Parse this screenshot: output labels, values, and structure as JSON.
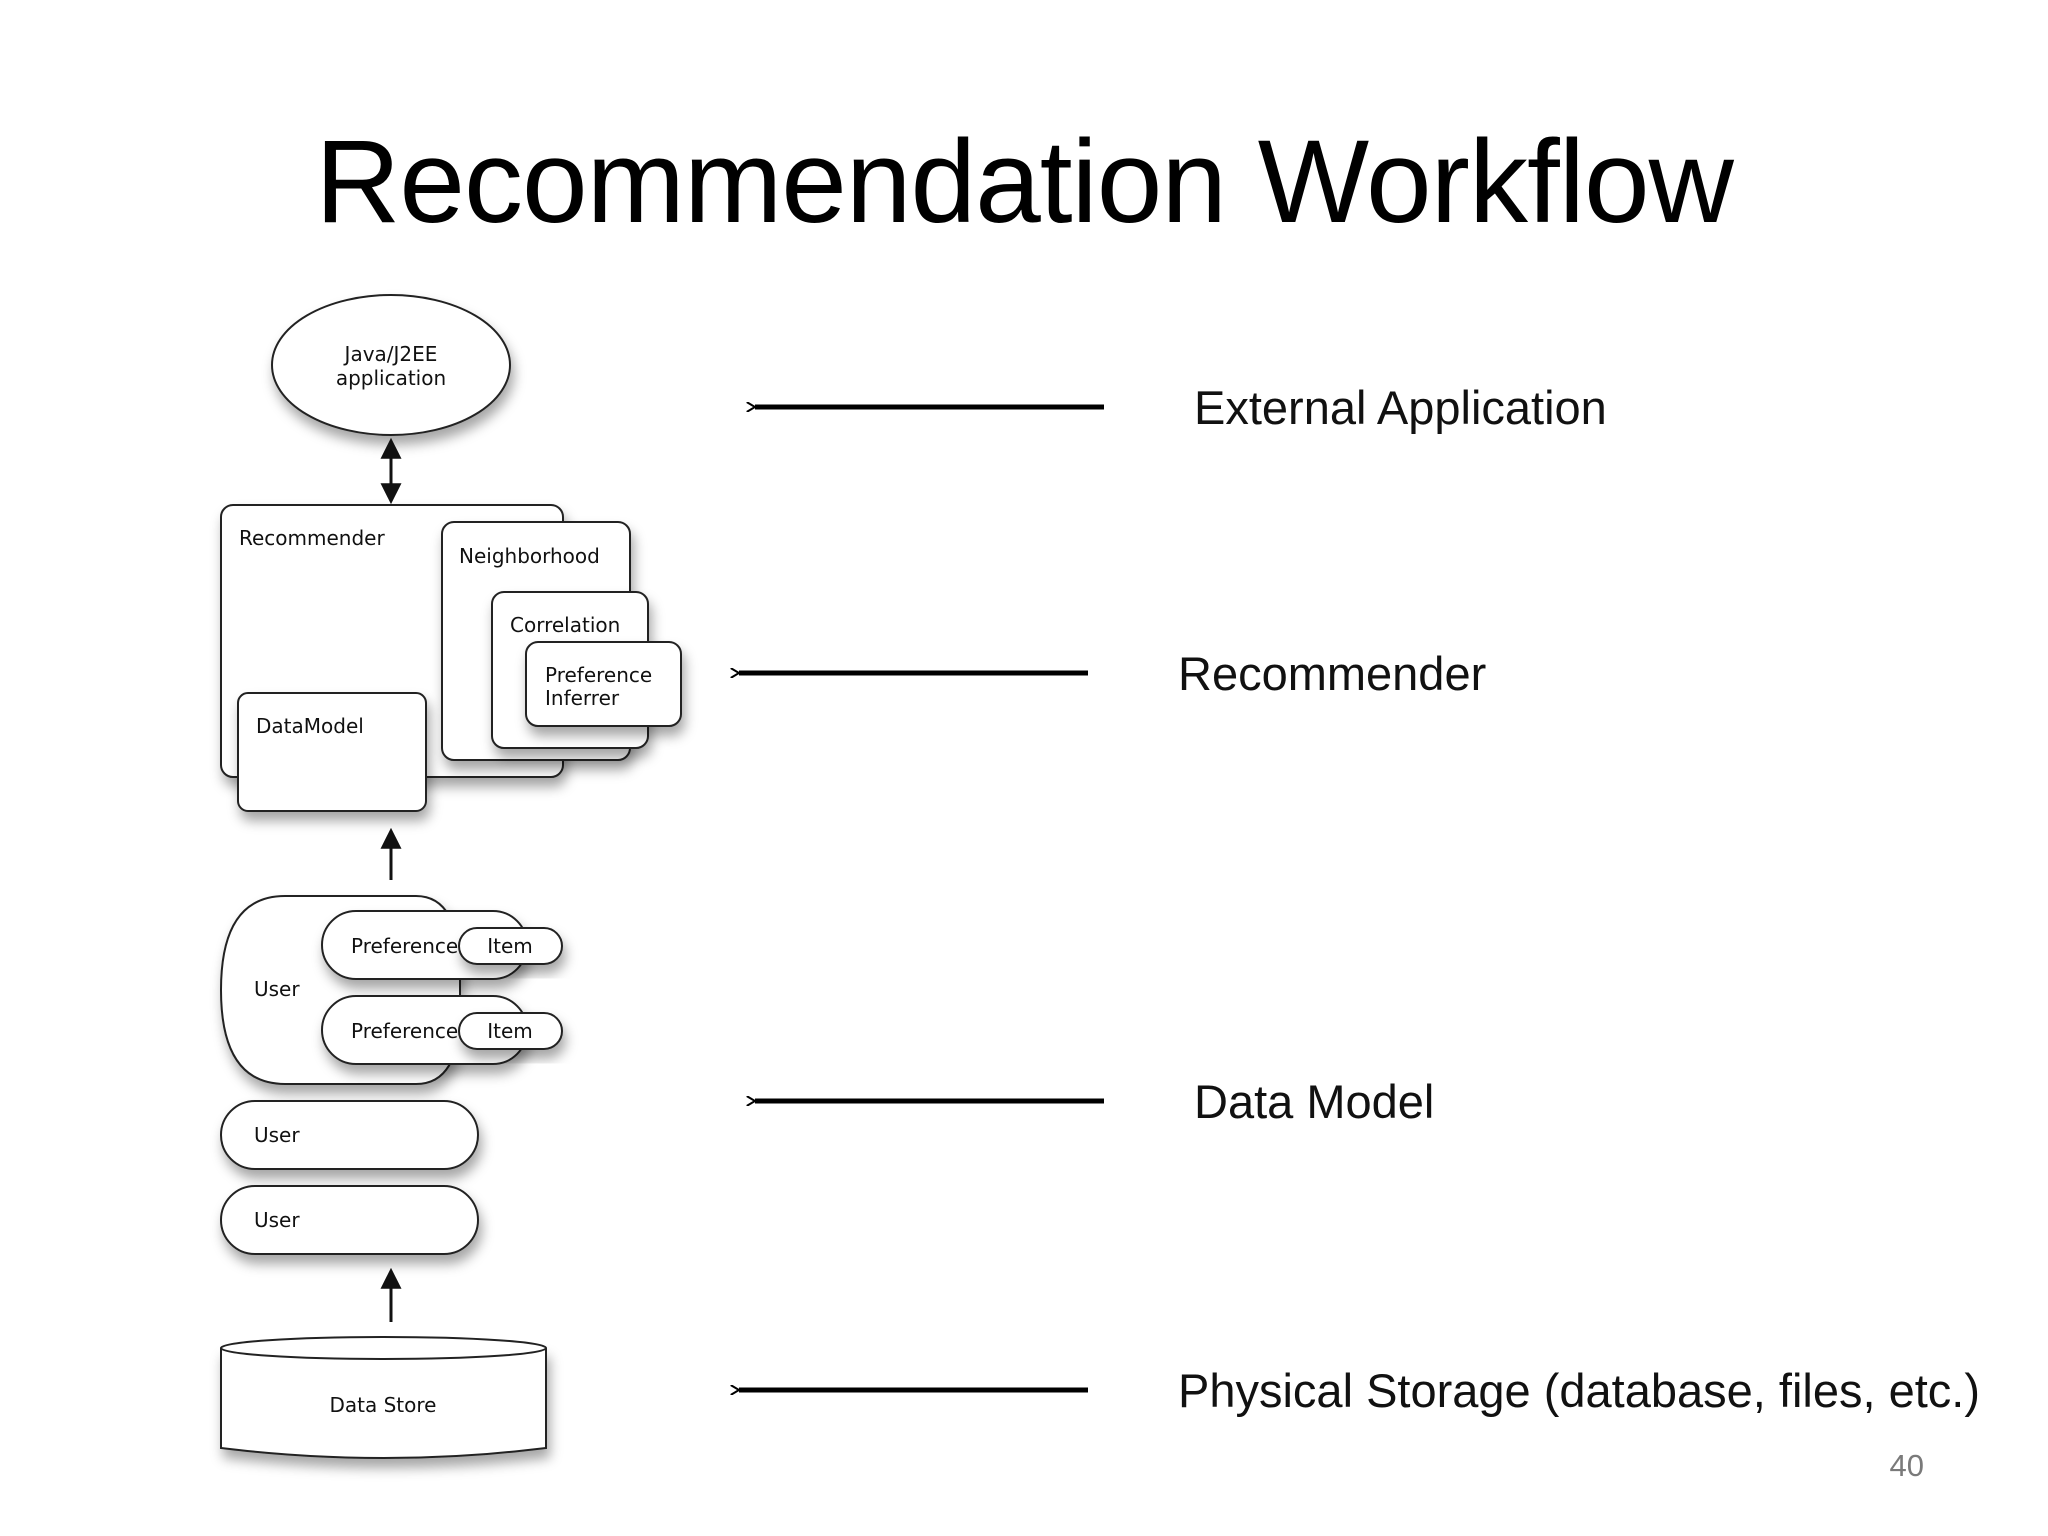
{
  "slide": {
    "title": "Recommendation Workflow",
    "page_number": "40"
  },
  "diagram": {
    "app_node": {
      "line1": "Java/J2EE",
      "line2": "application"
    },
    "recommender_box": "Recommender",
    "neighborhood_box": "Neighborhood",
    "correlation_box": "Correlation",
    "preference_inferrer_box": {
      "line1": "Preference",
      "line2": "Inferrer"
    },
    "datamodel_box": "DataModel",
    "user_group": {
      "user_label": "User",
      "preferences": [
        {
          "label": "Preference",
          "item": "Item"
        },
        {
          "label": "Preference",
          "item": "Item"
        }
      ]
    },
    "users": [
      "User",
      "User"
    ],
    "data_store": "Data Store"
  },
  "layers": [
    {
      "label": "External Application"
    },
    {
      "label": "Recommender"
    },
    {
      "label": "Data Model"
    },
    {
      "label": "Physical Storage (database, files, etc.)"
    }
  ]
}
